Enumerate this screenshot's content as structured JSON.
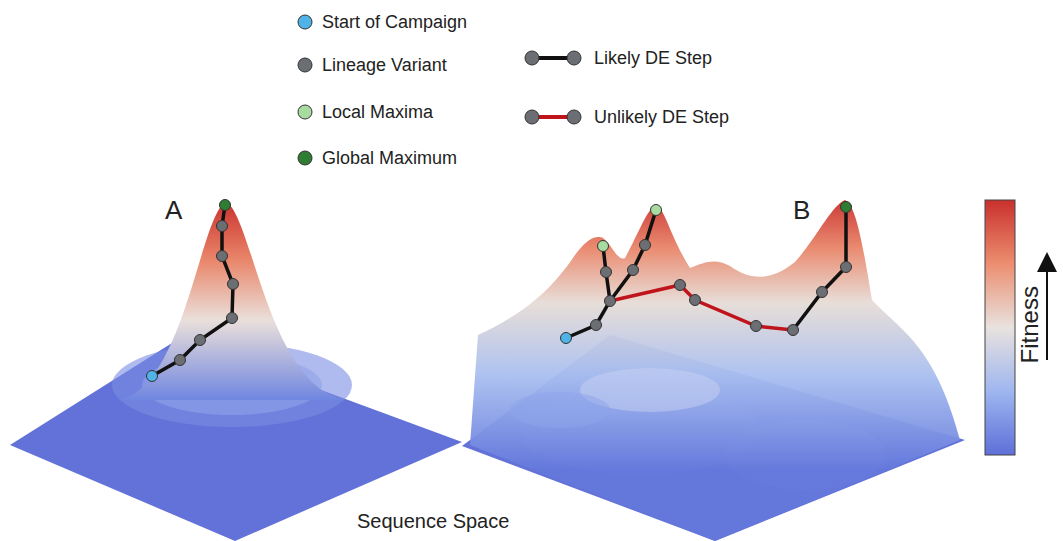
{
  "diagram": {
    "labels": [
      "A",
      "B",
      "Sequence Space",
      "Fitness"
    ],
    "legend": [
      {
        "text": "Start of Campaign",
        "color": "#4fb3e8"
      },
      {
        "text": "Lineage Variant",
        "color": "#6b6e72"
      },
      {
        "text": "Local Maxima",
        "color": "#a8dba0"
      },
      {
        "text": "Global Maximum",
        "color": "#2e7d32"
      },
      {
        "text": "Likely DE Step"
      },
      {
        "text": "Unlikely DE Step"
      }
    ]
  }
}
